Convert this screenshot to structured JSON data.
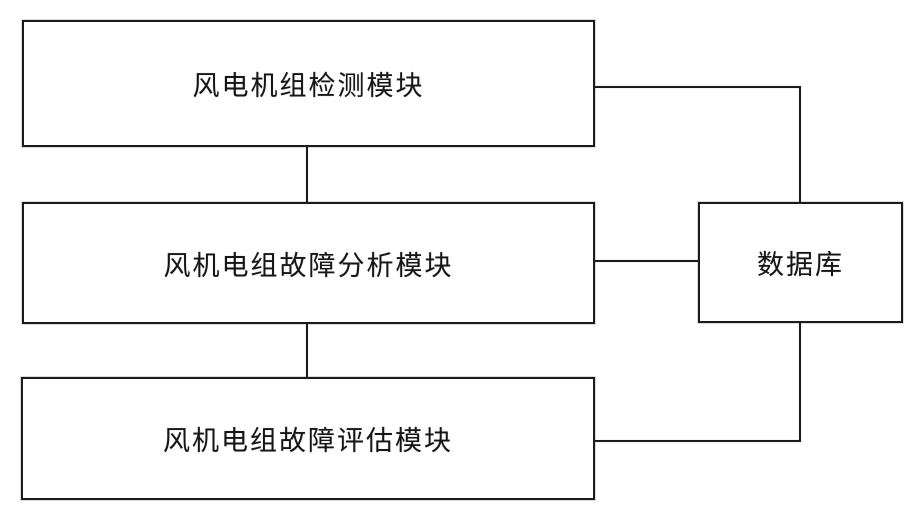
{
  "figure": {
    "type": "block-diagram",
    "background_color": "#ffffff",
    "line_color": "#1b1b1b",
    "text_color": "#161616",
    "boxes": [
      {
        "id": "wind-turbine-detection-module",
        "label": "风电机组检测模块"
      },
      {
        "id": "wind-turbine-fault-analysis-module",
        "label": "风机电组故障分析模块"
      },
      {
        "id": "wind-turbine-fault-evaluation-module",
        "label": "风机电组故障评估模块"
      },
      {
        "id": "database",
        "label": "数据库"
      }
    ],
    "connections": [
      {
        "from": "wind-turbine-detection-module",
        "to": "wind-turbine-fault-analysis-module",
        "style": "vertical"
      },
      {
        "from": "wind-turbine-fault-analysis-module",
        "to": "wind-turbine-fault-evaluation-module",
        "style": "vertical"
      },
      {
        "from": "wind-turbine-detection-module",
        "to": "database",
        "style": "elbow"
      },
      {
        "from": "wind-turbine-fault-analysis-module",
        "to": "database",
        "style": "straight"
      },
      {
        "from": "wind-turbine-fault-evaluation-module",
        "to": "database",
        "style": "elbow"
      }
    ]
  }
}
